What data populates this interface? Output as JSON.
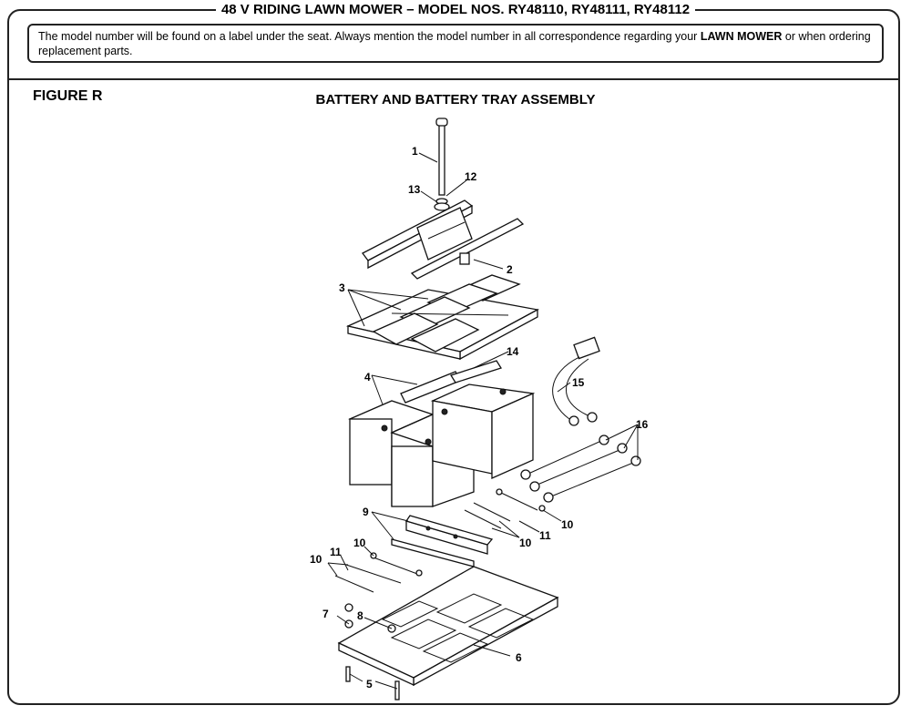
{
  "header": {
    "title": "48 V RIDING LAWN MOWER – MODEL NOS. RY48110, RY48111, RY48112"
  },
  "notice": {
    "text_before": "The model number will be found on a label under the seat. Always mention the model number in all correspondence regarding your ",
    "emphasis": "LAWN MOWER",
    "text_after": " or when ordering replacement parts."
  },
  "figure": {
    "label": "FIGURE R",
    "title": "BATTERY AND BATTERY TRAY ASSEMBLY"
  },
  "callouts": {
    "c1": "1",
    "c2": "2",
    "c3": "3",
    "c4": "4",
    "c5": "5",
    "c6": "6",
    "c7": "7",
    "c8": "8",
    "c9": "9",
    "c10a": "10",
    "c10b": "10",
    "c10c": "10",
    "c10d": "10",
    "c11a": "11",
    "c11b": "11",
    "c12": "12",
    "c13": "13",
    "c14": "14",
    "c15": "15",
    "c16": "16"
  }
}
